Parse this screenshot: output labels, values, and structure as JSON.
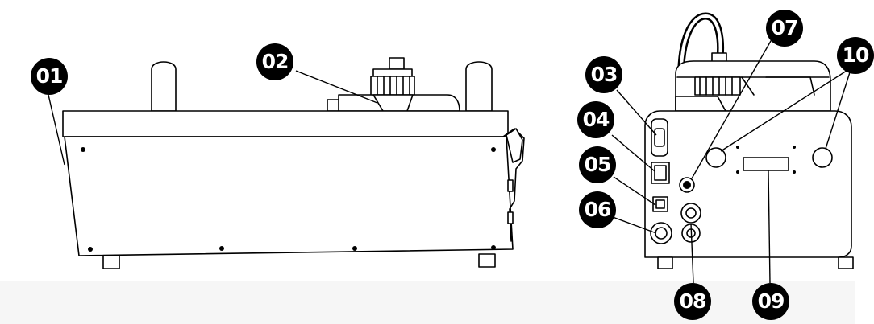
{
  "callouts": [
    {
      "id": "01",
      "label": "01"
    },
    {
      "id": "02",
      "label": "02"
    },
    {
      "id": "03",
      "label": "03"
    },
    {
      "id": "04",
      "label": "04"
    },
    {
      "id": "05",
      "label": "05"
    },
    {
      "id": "06",
      "label": "06"
    },
    {
      "id": "07",
      "label": "07"
    },
    {
      "id": "08",
      "label": "08"
    },
    {
      "id": "09",
      "label": "09"
    },
    {
      "id": "10",
      "label": "10"
    }
  ]
}
